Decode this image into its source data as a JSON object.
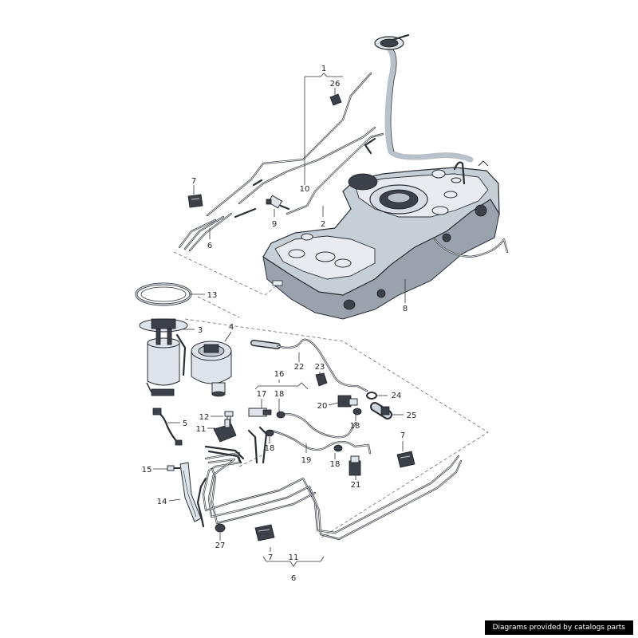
{
  "labels": {
    "l1": "1",
    "l2": "2",
    "l3": "3",
    "l4": "4",
    "l5": "5",
    "l6a": "6",
    "l6b": "6",
    "l7a": "7",
    "l7b": "7",
    "l7c": "7",
    "l8": "8",
    "l9": "9",
    "l10": "10",
    "l11a": "11",
    "l11b": "11",
    "l12": "12",
    "l13": "13",
    "l14": "14",
    "l15": "15",
    "l16": "16",
    "l17": "17",
    "l18a": "18",
    "l18b": "18",
    "l18c": "18",
    "l18d": "18",
    "l19": "19",
    "l20": "20",
    "l21": "21",
    "l22": "22",
    "l23": "23",
    "l24": "24",
    "l25": "25",
    "l26": "26",
    "l27": "27"
  },
  "credit": "Diagrams provided by catalogs parts"
}
